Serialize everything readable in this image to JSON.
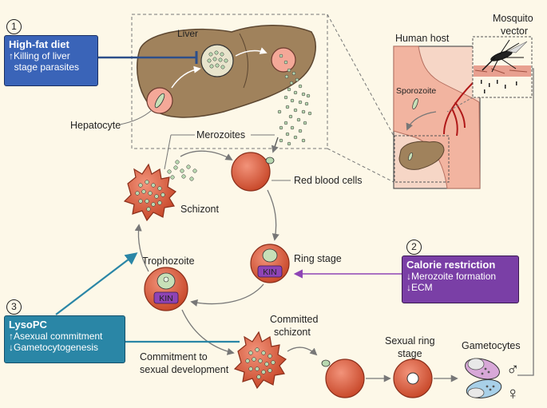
{
  "labels": {
    "liver": "Liver",
    "hepatocyte": "Hepatocyte",
    "merozoites": "Merozoites",
    "red_blood_cells": "Red blood cells",
    "schizont": "Schizont",
    "ring_stage": "Ring stage",
    "trophozoite": "Trophozoite",
    "kin": "KIN",
    "commitment": [
      "Commitment to",
      "sexual development"
    ],
    "committed_schizont": [
      "Committed",
      "schizont"
    ],
    "sexual_ring_stage": [
      "Sexual ring",
      "stage"
    ],
    "gametocytes": "Gametocytes",
    "human_host": "Human host",
    "mosquito_vector": [
      "Mosquito",
      "vector"
    ],
    "sporozoite": "Sporozoite",
    "male_symbol": "♂",
    "female_symbol": "♀"
  },
  "interventions": [
    {
      "number": "1",
      "title": "High-fat diet",
      "lines": [
        "↑Killing of liver",
        "  stage parasites"
      ],
      "color": "#3a64b8"
    },
    {
      "number": "2",
      "title": "Calorie restriction",
      "lines": [
        "↓Merozoite formation",
        "↓ECM"
      ],
      "color": "#7a3fa6"
    },
    {
      "number": "3",
      "title": "LysoPC",
      "lines": [
        "↑Asexual commitment",
        "↓Gametocytogenesis"
      ],
      "color": "#2a86a6"
    }
  ],
  "colors": {
    "liver": "#a0825c",
    "rbc": "#d95a3b",
    "parasite": "#b8d8b0",
    "kin": "#8e44b5",
    "skin": "#f2b4a0"
  }
}
